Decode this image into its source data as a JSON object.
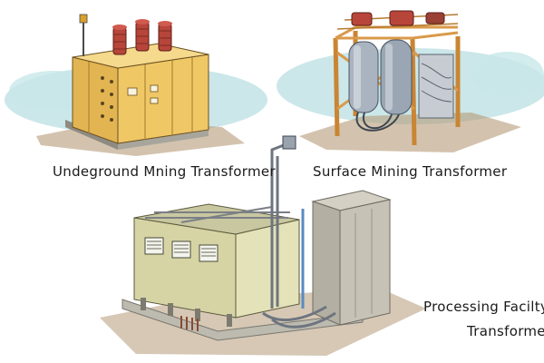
{
  "illustration": {
    "captions": {
      "underground": "Undeground Mning Transformer",
      "surface": "Surface Mining Transformer",
      "processing_line1": "Processing Facilty",
      "processing_line2": "Transformer"
    }
  },
  "colors": {
    "background": "#ffffff",
    "cabinet_yellow": "#efc765",
    "bushing_red": "#b8453a",
    "steel_blue_grey": "#9aa6b4",
    "frame_orange": "#d99a4a",
    "wall_green_beige": "#e3e2b8",
    "concrete_grey": "#bdbab0",
    "ground_brown": "#b59b78",
    "sky_wash": "#b9dfe2"
  }
}
